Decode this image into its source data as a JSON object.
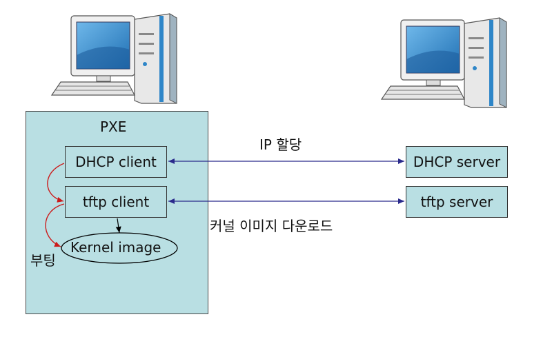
{
  "pxe": {
    "title": "PXE",
    "dhcp_client": "DHCP client",
    "tftp_client": "tftp client",
    "kernel_image": "Kernel image",
    "boot_label": "부팅"
  },
  "servers": {
    "dhcp_server": "DHCP server",
    "tftp_server": "tftp server"
  },
  "connections": {
    "ip_assign": "IP 할당",
    "kernel_download": "커널 이미지 다운로드"
  },
  "colors": {
    "box_fill": "#b9dfe3",
    "arrow_blue": "#2a2a8c",
    "arrow_red": "#cc1a1a",
    "screen_blue": "#2f86c8"
  },
  "icons": [
    "client-computer-icon",
    "server-computer-icon"
  ]
}
